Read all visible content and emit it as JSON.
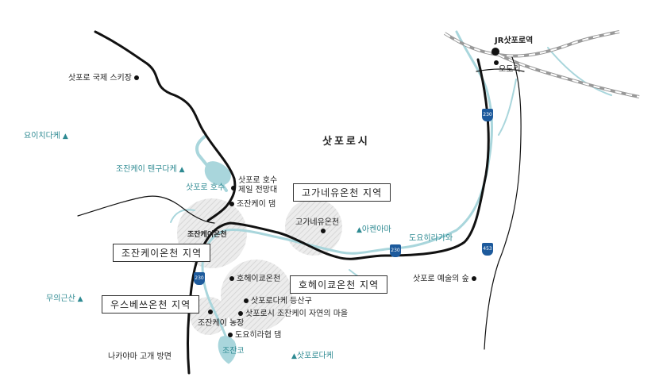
{
  "map": {
    "city": "삿포로시",
    "stations": [
      {
        "name": "JR삿포로역"
      },
      {
        "name": "오도리"
      }
    ],
    "places": [
      {
        "id": "ski",
        "name": "삿포로 국제 스키장"
      },
      {
        "id": "lake-view",
        "name": "삿포로 호수\n제일 전망대"
      },
      {
        "id": "dam",
        "name": "조잔케이 댐"
      },
      {
        "id": "kogane",
        "name": "고가네유온천"
      },
      {
        "id": "art",
        "name": "삿포로 예술의 숲"
      },
      {
        "id": "hoheikyo",
        "name": "호헤이쿄온천"
      },
      {
        "id": "trail",
        "name": "삿포로다케 등산구"
      },
      {
        "id": "village",
        "name": "삿포로시 조잔케이 자연의 마을"
      },
      {
        "id": "farm",
        "name": "조잔케이 농장"
      },
      {
        "id": "toyohira-dam",
        "name": "도요히라협 댐"
      },
      {
        "id": "nakayama",
        "name": "나카야마 고개 방면"
      }
    ],
    "mountains": [
      {
        "id": "yoichi",
        "name": "요이치다케"
      },
      {
        "id": "tengu",
        "name": "조잔케이 텐구다케"
      },
      {
        "id": "akenoma",
        "name": "아켄아마"
      },
      {
        "id": "muine",
        "name": "무의근산"
      },
      {
        "id": "sapporodake",
        "name": "삿포로다케"
      }
    ],
    "water": {
      "lake": "삿포로 호수",
      "river": "도요히라가와",
      "reservoir": "조잔코"
    },
    "onsen_point": "조잔케이온천",
    "areas": [
      {
        "id": "kogane-area",
        "name": "고가네유온천 지역"
      },
      {
        "id": "jozankei-area",
        "name": "조잔케이온천 지역"
      },
      {
        "id": "hoheikyo-area",
        "name": "호헤이쿄온천 지역"
      },
      {
        "id": "usubetsu-area",
        "name": "우스베쓰온천 지역"
      }
    ],
    "route_numbers": [
      "230",
      "230",
      "453",
      "230"
    ],
    "colors": {
      "road": "#111111",
      "river": "#a9d6dc",
      "teal_text": "#2e8a92",
      "shield": "#1d5a9c",
      "rail": "#aaaaaa"
    }
  }
}
